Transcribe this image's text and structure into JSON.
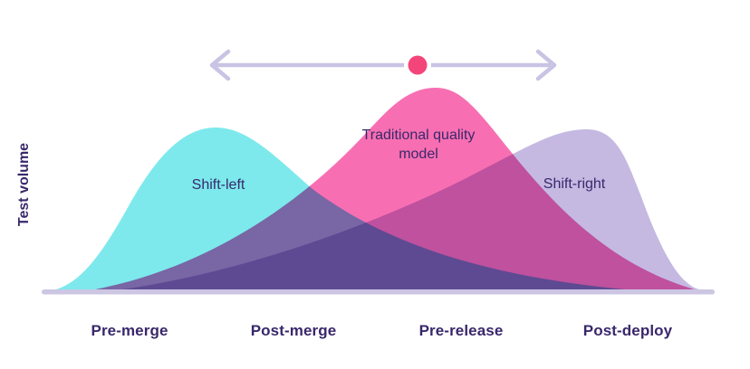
{
  "chart_data": {
    "type": "area",
    "title": "",
    "xlabel": "",
    "ylabel": "Test volume",
    "categories": [
      "Pre-merge",
      "Post-merge",
      "Pre-release",
      "Post-deploy"
    ],
    "series": [
      {
        "name": "Shift-left",
        "label": "Shift-left",
        "color": "#7DE9EC",
        "values": [
          0.32,
          0.54,
          0.12,
          0.01
        ],
        "peak_height": 0.8,
        "peak_position": "between Pre-merge and Post-merge"
      },
      {
        "name": "Traditional quality model",
        "label": "Traditional quality model",
        "color": "#F76FB2",
        "values": [
          0.04,
          0.42,
          0.99,
          0.11
        ],
        "peak_height": 1.0,
        "peak_position": "Pre-release"
      },
      {
        "name": "Shift-right",
        "label": "Shift-right",
        "color": "#C5B9E2",
        "values": [
          0.03,
          0.28,
          0.56,
          0.54
        ],
        "peak_height": 0.8,
        "peak_position": "between Pre-release and Post-deploy"
      }
    ],
    "ylim": [
      0,
      1
    ],
    "grid": false,
    "legend": "none (labels drawn on areas)",
    "blend_mode": "multiply",
    "axis_line_color": "#CCC6E3",
    "text_color": "#38286B",
    "annotations": {
      "double_arrow": {
        "description": "horizontal double-headed arrow above chart",
        "color": "#C9C3E4"
      },
      "slider_dot": {
        "description": "filled dot on the arrow above the Traditional quality model peak",
        "color": "#F4457B"
      }
    }
  }
}
